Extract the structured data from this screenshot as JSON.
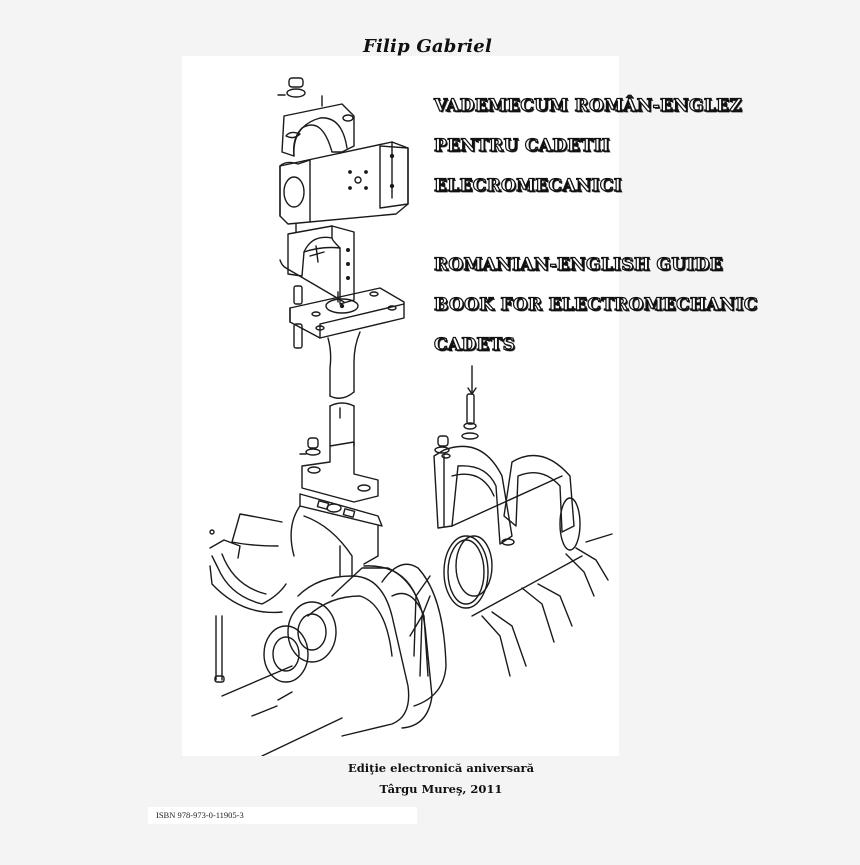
{
  "cover": {
    "author": "Filip Gabriel",
    "title_lines": [
      "Vademecum român-englez",
      "pentru cadetii",
      "elecromecanici",
      "Romanian-English guide",
      "book for electromechanic",
      "cadets"
    ],
    "illustration": "exploded-view-crosshead-and-main-bearing-drawing",
    "edition": "Ediţie electronică aniversară",
    "place_year": "Târgu Mureş, 2011",
    "isbn": "ISBN 978-973-0-11905-3"
  },
  "colors": {
    "page_background": "#f4f4f4",
    "cover_background": "#ffffff",
    "ink": "#111111"
  }
}
